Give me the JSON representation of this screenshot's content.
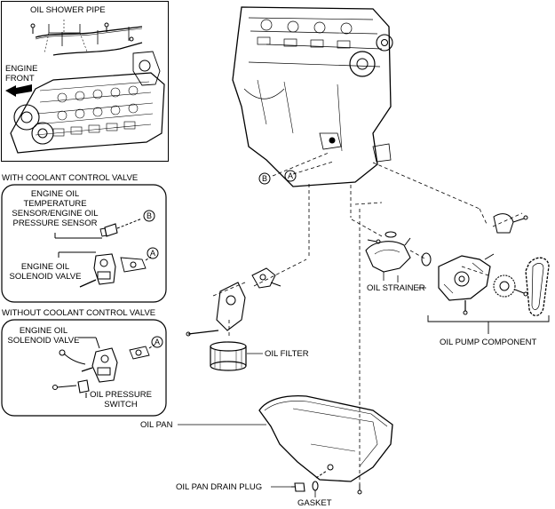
{
  "labels": {
    "oil_shower_pipe": "OIL SHOWER PIPE",
    "engine_front_1": "ENGINE",
    "engine_front_2": "FRONT",
    "with_ccv": "WITH COOLANT CONTROL VALVE",
    "eot_sensor_1": "ENGINE OIL",
    "eot_sensor_2": "TEMPERATURE",
    "eot_sensor_3": "SENSOR/ENGINE OIL",
    "eot_sensor_4": "PRESSURE SENSOR",
    "eos_valve_1_a": "ENGINE OIL",
    "eos_valve_1_b": "SOLENOID VALVE",
    "without_ccv": "WITHOUT COOLANT CONTROL VALVE",
    "eos_valve_2_a": "ENGINE OIL",
    "eos_valve_2_b": "SOLENOID VALVE",
    "oil_pressure_switch_1": "OIL PRESSURE",
    "oil_pressure_switch_2": "SWITCH",
    "oil_strainer": "OIL STRAINER",
    "oil_pump_component": "OIL PUMP COMPONENT",
    "oil_filter": "OIL FILTER",
    "oil_pan": "OIL PAN",
    "oil_pan_drain_plug": "OIL PAN DRAIN PLUG",
    "gasket": "GASKET"
  },
  "callouts": {
    "a": "A",
    "b": "B"
  },
  "colors": {
    "ink": "#000000",
    "paper": "#ffffff",
    "shade": "#c8c8c8"
  },
  "icons": {
    "front_arrow": "arrow-left-icon"
  }
}
